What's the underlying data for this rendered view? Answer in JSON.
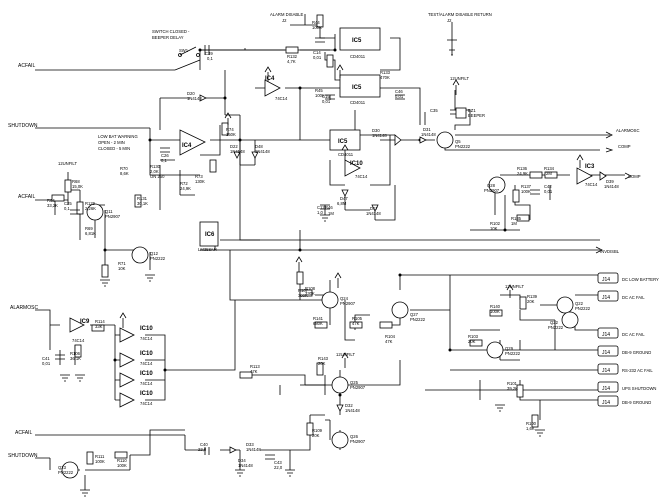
{
  "signals": {
    "ac_fail_in": "ACFAIL",
    "shutdown_in": "SHUTDOWN",
    "ac_fail_in_2": "ACFAIL",
    "alarm_osc_in": "ALARMOSC",
    "ac_fail_in_3": "ACFAIL",
    "shutdown_in_2": "SHUTDOWN",
    "alarm_osc_out": "ALARMOSC",
    "comp_out": "COMP",
    "comp_out_2": "COMP",
    "inv_out": "INVDISBL"
  },
  "notes": {
    "alarm_disable": "ALARM DISABLE",
    "j2_a": "J2",
    "test_alarm": "TEST/ALARM DISABLE RETURN",
    "j2_b": "J2",
    "switch_1": "SWITCH CLOSED -",
    "switch_2": "BEEPER DELAY",
    "low_bat_1": "LOW BAT WARNING",
    "low_bat_2": "OPEN - 2 MIN",
    "low_bat_3": "CLOSED - 5 MIN",
    "v12_unfilt_a": "12UNFILT",
    "v12_unfilt_b": "12UNFILT",
    "v12_unfilt_c": "12UNFILT",
    "v12_unfilt_d": "12UNFILT"
  },
  "connectors": [
    {
      "pin": "J14",
      "label": "DC LOW BATTERY"
    },
    {
      "pin": "J14",
      "label": "DC AC FAIL"
    },
    {
      "pin": "J14",
      "label": "DC AC FAIL"
    },
    {
      "pin": "J14",
      "label": "DB-9 GROUND"
    },
    {
      "pin": "J14",
      "label": "RS-232 AC FAIL"
    },
    {
      "pin": "J14",
      "label": "UPS SHUTDOWN"
    },
    {
      "pin": "J14",
      "label": "DB-9 GROUND"
    }
  ],
  "components": {
    "ic5_a": {
      "ref": "IC5",
      "part": "CD4011"
    },
    "ic5_b": {
      "ref": "IC5",
      "part": "CD4011"
    },
    "ic5_c": {
      "ref": "IC5",
      "part": "CD4011"
    },
    "ic4_a": {
      "ref": "IC4"
    },
    "ic6": {
      "ref": "IC6",
      "part": "LM358AH"
    },
    "ic4_b": {
      "ref": "IC4",
      "part": "74C14"
    },
    "ic10_a": {
      "ref": "IC10",
      "part": "74C14"
    },
    "ic3": {
      "ref": "IC3",
      "part": "74C14"
    },
    "ic9": {
      "ref": "IC9",
      "part": "74C14"
    },
    "ic10_b": {
      "ref": "IC10",
      "part": "74C14"
    },
    "ic10_c": {
      "ref": "IC10",
      "part": "74C14"
    },
    "ic10_d": {
      "ref": "IC10",
      "part": "74C14"
    },
    "ic10_e": {
      "ref": "IC10",
      "part": "74C14"
    },
    "q11": {
      "ref": "Q11",
      "part": "PN2907"
    },
    "q12": {
      "ref": "Q12",
      "part": "PN2222"
    },
    "q5": {
      "ref": "Q5",
      "part": "PN2222"
    },
    "q28": {
      "ref": "Q28",
      "part": "PN2907"
    },
    "q24": {
      "ref": "Q24",
      "part": "PN2907"
    },
    "q27": {
      "ref": "Q27",
      "part": "PN2222"
    },
    "q22": {
      "ref": "Q22",
      "part": "PN2222"
    },
    "q22b": {
      "ref": "Q22",
      "part": "PN2222"
    },
    "q29": {
      "ref": "Q29",
      "part": "PN2222"
    },
    "q25": {
      "ref": "Q25",
      "part": "PN2907"
    },
    "q26": {
      "ref": "Q26",
      "part": "PN2907"
    },
    "q23": {
      "ref": "Q23",
      "part": "PN2222"
    },
    "r132": {
      "ref": "R132",
      "value": "4,7K"
    },
    "r44": {
      "ref": "R44",
      "value": "100K"
    },
    "c14": {
      "ref": "C14",
      "value": "0,01"
    },
    "c39": {
      "ref": "C39",
      "value": "0,1"
    },
    "sw1": {
      "ref": "SW1"
    },
    "r133": {
      "ref": "R133",
      "value": "470K"
    },
    "c15": {
      "ref": "C15",
      "value": "0,01"
    },
    "c46": {
      "ref": "C46",
      "value": "0,01"
    },
    "r45": {
      "ref": "R45",
      "value": "100K"
    },
    "d20": {
      "ref": "D20",
      "value": "1N4148"
    },
    "d30": {
      "ref": "D30",
      "value": "1N4148"
    },
    "d31": {
      "ref": "D31",
      "value": "1N4148"
    },
    "c35": {
      "ref": "C35"
    },
    "bz1": {
      "ref": "BZ1",
      "value": "BEEPER"
    },
    "r74": {
      "ref": "R74",
      "value": "150K"
    },
    "c26": {
      "ref": "C26",
      "value": "0,1"
    },
    "d22": {
      "ref": "D22",
      "value": "1N4148"
    },
    "d48": {
      "ref": "D48",
      "value": "1N4148"
    },
    "r73": {
      "ref": "R73",
      "value": "130K"
    },
    "r72": {
      "ref": "R72",
      "value": "24,9K"
    },
    "r130": {
      "ref": "R130",
      "value": "2,0K",
      "note": "ON 250"
    },
    "r70": {
      "ref": "R70",
      "value": "8,6K"
    },
    "r68": {
      "ref": "R68",
      "value": "15,0K"
    },
    "r64": {
      "ref": "R64",
      "value": "33,2K"
    },
    "c25": {
      "ref": "C25",
      "value": "0,1"
    },
    "r129": {
      "ref": "R129",
      "value": "2,26K"
    },
    "r69": {
      "ref": "R69",
      "value": "6,81K"
    },
    "r131": {
      "ref": "R131",
      "value": "30,1K"
    },
    "r71": {
      "ref": "R71",
      "value": "10K"
    },
    "d47": {
      "ref": "D47",
      "value": "6,8M"
    },
    "d17": {
      "ref": "D17",
      "value": "1N4148"
    },
    "c12": {
      "ref": "C12",
      "value": "1,0"
    },
    "r46": {
      "ref": "R46",
      "value": "1M"
    },
    "r136": {
      "ref": "R136",
      "value": "24,9K"
    },
    "r134": {
      "ref": "R134",
      "value": "2M"
    },
    "r137": {
      "ref": "R137",
      "value": "100K"
    },
    "c42": {
      "ref": "C42",
      "value": "0,01"
    },
    "r135": {
      "ref": "R135",
      "value": "1M"
    },
    "r102": {
      "ref": "R102",
      "value": "10K"
    },
    "d39": {
      "ref": "D39",
      "value": "1N4148"
    },
    "r107": {
      "ref": "R107",
      "value": "300K"
    },
    "r108": {
      "ref": "R108",
      "value": "330K"
    },
    "r141": {
      "ref": "R141",
      "value": "680K"
    },
    "r105": {
      "ref": "R105",
      "value": "47K"
    },
    "r104": {
      "ref": "R104",
      "value": "47K"
    },
    "r140": {
      "ref": "R140",
      "value": "100K"
    },
    "r139": {
      "ref": "R139",
      "value": "20K"
    },
    "r103": {
      "ref": "R103",
      "value": "20K"
    },
    "r101": {
      "ref": "R101",
      "value": "39,2K"
    },
    "r100": {
      "ref": "R100",
      "value": "1,6K"
    },
    "r113": {
      "ref": "R113",
      "value": "47K"
    },
    "r143": {
      "ref": "R143",
      "value": "20K"
    },
    "r109": {
      "ref": "R109",
      "value": "20K"
    },
    "d32": {
      "ref": "D32",
      "value": "1N4148"
    },
    "c40": {
      "ref": "C40",
      "value": "22,0"
    },
    "d33": {
      "ref": "D33",
      "value": "1N4148"
    },
    "d34": {
      "ref": "D34",
      "value": "1N4148"
    },
    "c43": {
      "ref": "C43",
      "value": "22,0"
    },
    "r111": {
      "ref": "R111",
      "value": "100K"
    },
    "r110": {
      "ref": "R110",
      "value": "100K"
    },
    "r114": {
      "ref": "R114",
      "value": "33K"
    },
    "r106": {
      "ref": "R106",
      "value": "36,1K"
    },
    "c41": {
      "ref": "C41",
      "value": "0,01"
    }
  }
}
